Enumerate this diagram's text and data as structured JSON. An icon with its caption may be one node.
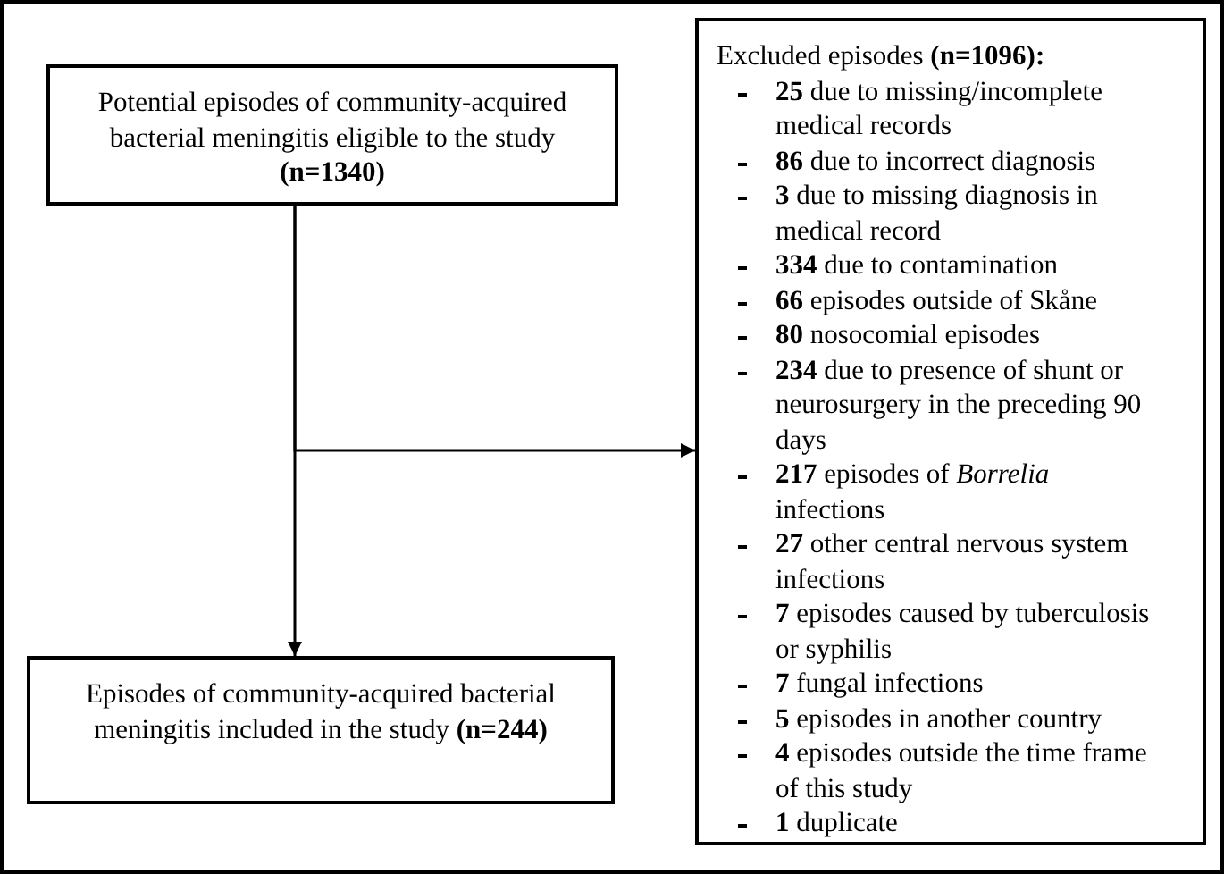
{
  "diagram": {
    "nodes": [
      {
        "text": [
          "Potential episodes of community-acquired bacterial meningitis eligible to the study **(n=1340)**"
        ]
      },
      {
        "text": [
          "Episodes of community-acquired bacterial meningitis included in the study **(n=244)**"
        ]
      },
      {
        "text": [
          "Excluded episodes **(n=1096):**",
          "**25** due to missing/incomplete medical records",
          "**86** due to incorrect diagnosis",
          "**3** due to missing diagnosis in medical record",
          "**334** due to contamination",
          "**66** episodes outside of Skåne",
          "**80** nosocomial episodes",
          "**234** due to presence of shunt or neurosurgery in the preceding 90 days",
          "**217** episodes of *Borrelia* infections",
          "**27** other central nervous system infections",
          "**7** episodes caused by tuberculosis or syphilis",
          "**7** fungal infections",
          "**5** episodes in another country",
          "**4** episodes outside the time frame of this study",
          "**1** duplicate"
        ]
      }
    ],
    "edges": [
      {
        "from": 0,
        "to": 1,
        "arrow": "to"
      },
      {
        "from": 0,
        "to": 2,
        "arrow": "to"
      }
    ]
  }
}
